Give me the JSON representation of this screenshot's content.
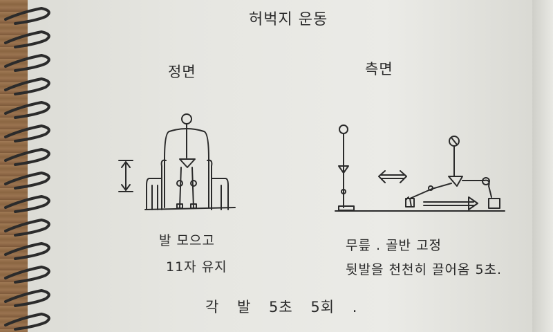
{
  "title": "허벅지 운동",
  "front": {
    "label": "정면",
    "note_line1": "발 모으고",
    "note_line2": "11자 유지"
  },
  "side": {
    "label": "측면",
    "note_line1": "무릎 . 골반 고정",
    "note_line2": "뒷발을 천천히 끌어옴 5초."
  },
  "footer": "각 발 5초 5회 .",
  "colors": {
    "ink": "#2a2a2a",
    "paper": "#e6e6e1",
    "ring": "#2b2b2b"
  },
  "icons": [
    "spiral-binding",
    "front-figure-chair-sketch",
    "side-figure-sketch",
    "double-arrow-icon"
  ]
}
